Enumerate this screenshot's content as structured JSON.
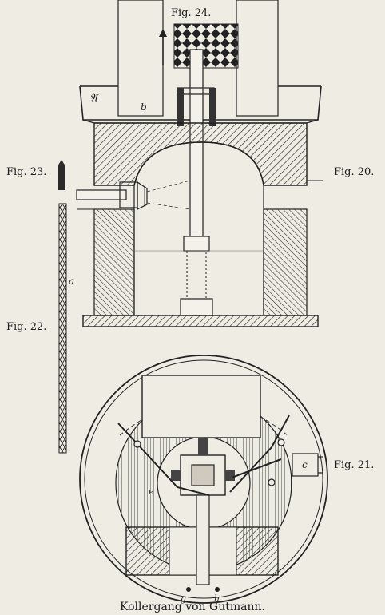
{
  "figures": {
    "fig24": "Fig. 24.",
    "fig23": "Fig. 23.",
    "fig20": "Fig. 20.",
    "fig22": "Fig. 22.",
    "fig21": "Fig. 21."
  },
  "letters": {
    "A": "𝔄",
    "b": "b",
    "a": "a",
    "c": "c",
    "g": "g",
    "h": "h",
    "e": "e"
  },
  "caption": "Kollergang von Gutmann."
}
